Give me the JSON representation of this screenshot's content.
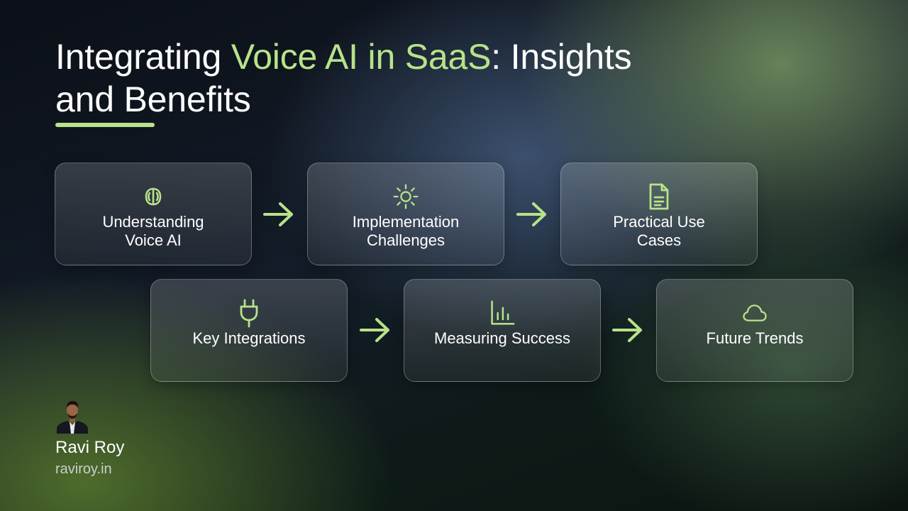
{
  "slide": {
    "title_part1": "Integrating ",
    "title_accent": "Voice AI in SaaS",
    "title_part2": ": Insights and Benefits",
    "accent_color": "#b7e38a"
  },
  "steps": [
    {
      "label": "Understanding\nVoice AI",
      "icon": "brain-icon"
    },
    {
      "label": "Implementation\nChallenges",
      "icon": "sun-icon"
    },
    {
      "label": "Practical Use\nCases",
      "icon": "document-icon"
    },
    {
      "label": "Key Integrations",
      "icon": "plug-icon"
    },
    {
      "label": "Measuring Success",
      "icon": "bar-chart-icon"
    },
    {
      "label": "Future Trends",
      "icon": "cloud-icon"
    }
  ],
  "connector_icon": "arrow-right-icon",
  "author": {
    "name": "Ravi Roy",
    "website": "raviroy.in",
    "photo_icon": "avatar"
  }
}
